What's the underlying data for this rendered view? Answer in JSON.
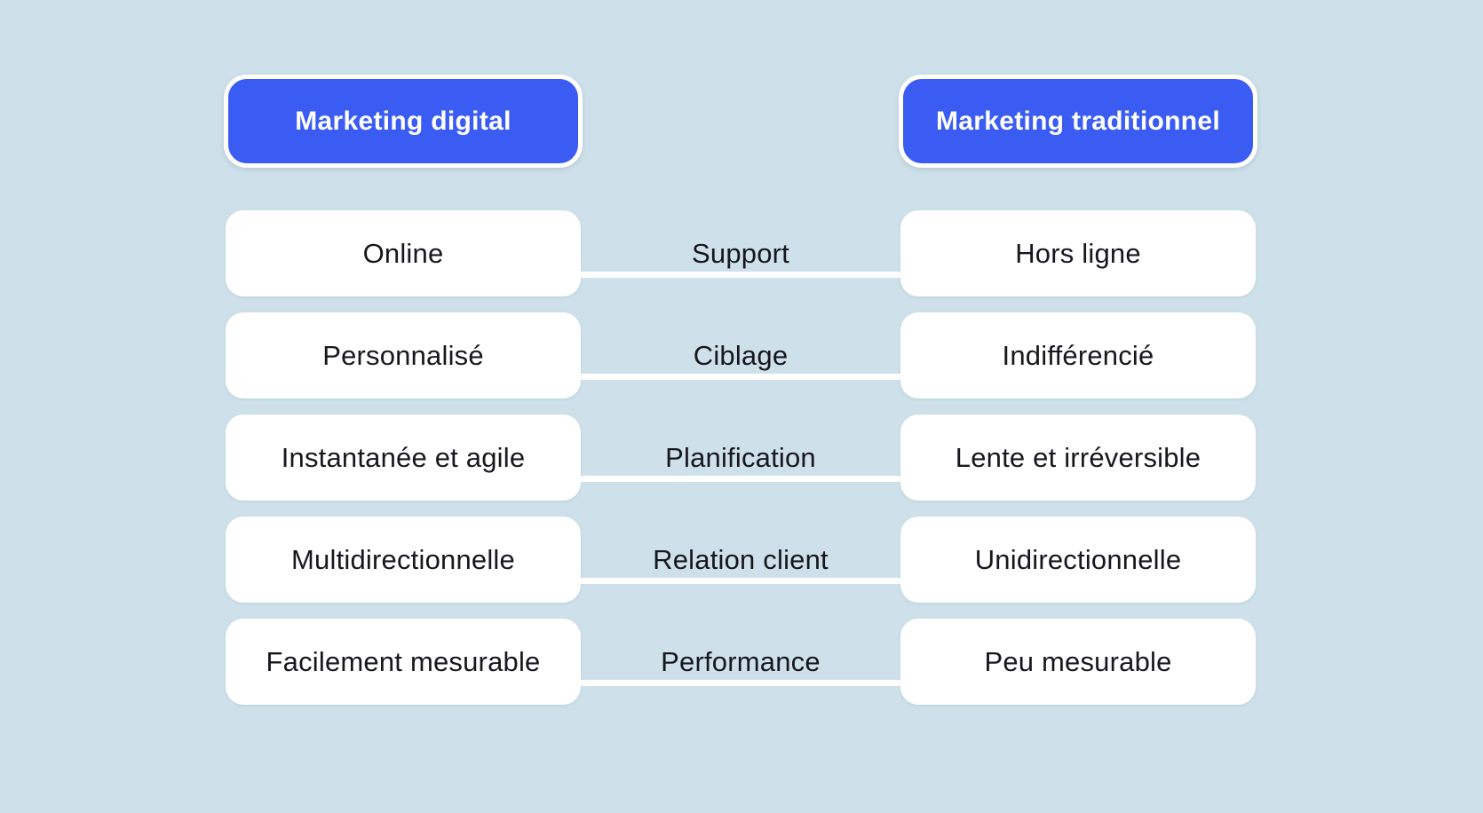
{
  "diagram": {
    "type": "comparison-table",
    "background_color": "#cee1ea",
    "accent_color": "#3b5cf3",
    "box_color": "#ffffff",
    "text_color": "#17171d",
    "header_text_color": "#ffffff"
  },
  "headers": {
    "left": "Marketing digital",
    "right": "Marketing traditionnel"
  },
  "rows": [
    {
      "left": "Online",
      "middle": "Support",
      "right": "Hors ligne"
    },
    {
      "left": "Personnalisé",
      "middle": "Ciblage",
      "right": "Indifférencié"
    },
    {
      "left": "Instantanée et agile",
      "middle": "Planification",
      "right": "Lente et irréversible"
    },
    {
      "left": "Multidirectionnelle",
      "middle": "Relation client",
      "right": "Unidirectionnelle"
    },
    {
      "left": "Facilement mesurable",
      "middle": "Performance",
      "right": "Peu mesurable"
    }
  ]
}
